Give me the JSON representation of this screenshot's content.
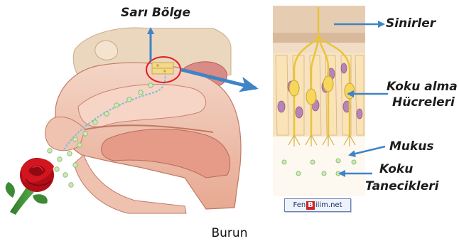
{
  "labels": {
    "sari_bolge": "Sarı Bölge",
    "sinirler": "Sinirler",
    "koku_alma_1": "Koku alma",
    "koku_alma_2": "Hücreleri",
    "mukus": "Mukus",
    "koku_1": "Koku",
    "koku_2": "Tanecikleri"
  },
  "caption": "Burun",
  "watermark": {
    "part1": "Fen",
    "part2": "B",
    "part3": "ilim.net"
  },
  "colors": {
    "arrow": "#3f84c6",
    "tissue": "#f1c6b6",
    "bone": "#e7d2b6",
    "cell": "#fcefc4",
    "nucleus": "#b685b6",
    "nerve": "#f2d24a",
    "rose": "#c8101a",
    "particle": "#cfe9b6",
    "highlight_circle": "#e02020"
  },
  "icons": [
    "rose-icon",
    "zoom-circle-icon",
    "arrow-icon"
  ]
}
